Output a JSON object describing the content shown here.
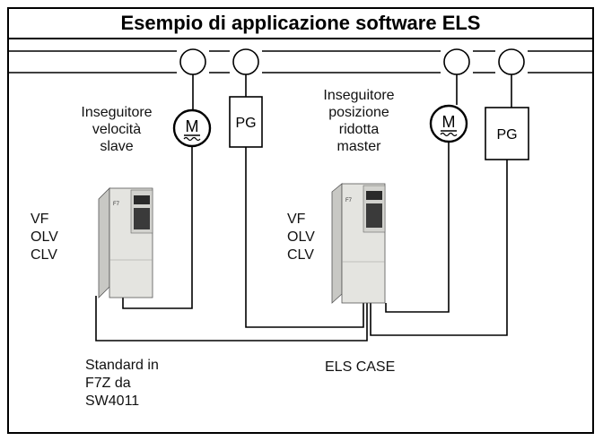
{
  "title": "Esempio di applicazione software ELS",
  "labels": {
    "slave_follower": [
      "Inseguitore",
      "velocità",
      "slave"
    ],
    "master_follower": [
      "Inseguitore",
      "posizione",
      "ridotta",
      "master"
    ],
    "control_modes_left": [
      "VF",
      "OLV",
      "CLV"
    ],
    "control_modes_right": [
      "VF",
      "OLV",
      "CLV"
    ],
    "standard_note": [
      "Standard in",
      "F7Z da",
      "SW4011"
    ],
    "els_case": "ELS CASE",
    "encoder_label": "PG",
    "motor_symbol": "M",
    "drive_model": "F7"
  },
  "colors": {
    "line": "#000000",
    "drive_body": "#e4e4e0",
    "drive_panel": "#2a2a2a"
  }
}
